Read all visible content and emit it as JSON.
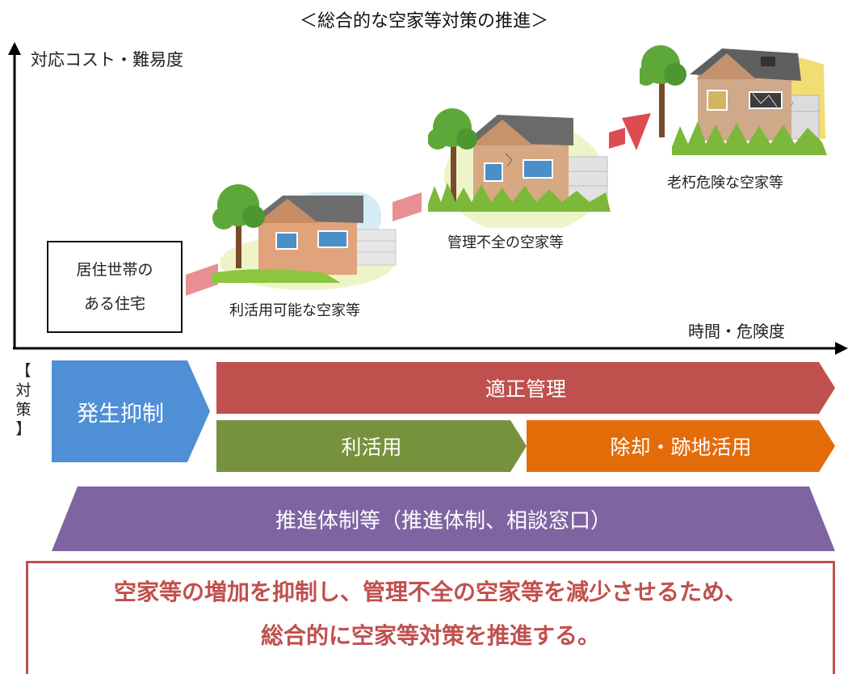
{
  "title": "＜総合的な空家等対策の推進＞",
  "axes": {
    "y_label": "対応コスト・難易度",
    "x_label": "時間・危険度"
  },
  "stages": {
    "resident_line1": "居住世帯の",
    "resident_line2": "ある住宅",
    "usable": "利活用可能な空家等",
    "mismanaged": "管理不全の空家等",
    "dangerous": "老朽危険な空家等"
  },
  "measures": {
    "label_bracket_open": "【",
    "label_char1": "対",
    "label_char2": "策",
    "label_bracket_close": "】",
    "prevention": "発生抑制",
    "proper_management": "適正管理",
    "utilization": "利活用",
    "removal": "除却・跡地活用",
    "framework": "推進体制等（推進体制、相談窓口）"
  },
  "message": {
    "line1": "空家等の増加を抑制し、管理不全の空家等を減少させるため、",
    "line2": "総合的に空家等対策を推進する。"
  },
  "colors": {
    "prevention": "#4f8fd6",
    "proper_management": "#c0504d",
    "utilization": "#77923c",
    "removal": "#e36c09",
    "framework": "#8064a2",
    "message": "#c0504d",
    "step_arrow": "#e88f93"
  }
}
